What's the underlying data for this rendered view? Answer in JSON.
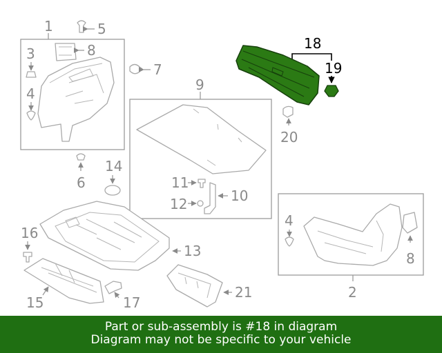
{
  "callouts": {
    "n1": "1",
    "n2": "2",
    "n3": "3",
    "n4a": "4",
    "n4b": "4",
    "n5": "5",
    "n6": "6",
    "n7": "7",
    "n8a": "8",
    "n8b": "8",
    "n9": "9",
    "n10": "10",
    "n11": "11",
    "n12": "12",
    "n13": "13",
    "n14": "14",
    "n15": "15",
    "n16": "16",
    "n17": "17",
    "n18": "18",
    "n19": "19",
    "n20": "20",
    "n21": "21"
  },
  "highlight_color": "#2b7a14",
  "banner": {
    "line1": "Part or sub-assembly is #18 in diagram",
    "line2": "Diagram may not be specific to your vehicle",
    "background": "#1f6f12"
  }
}
